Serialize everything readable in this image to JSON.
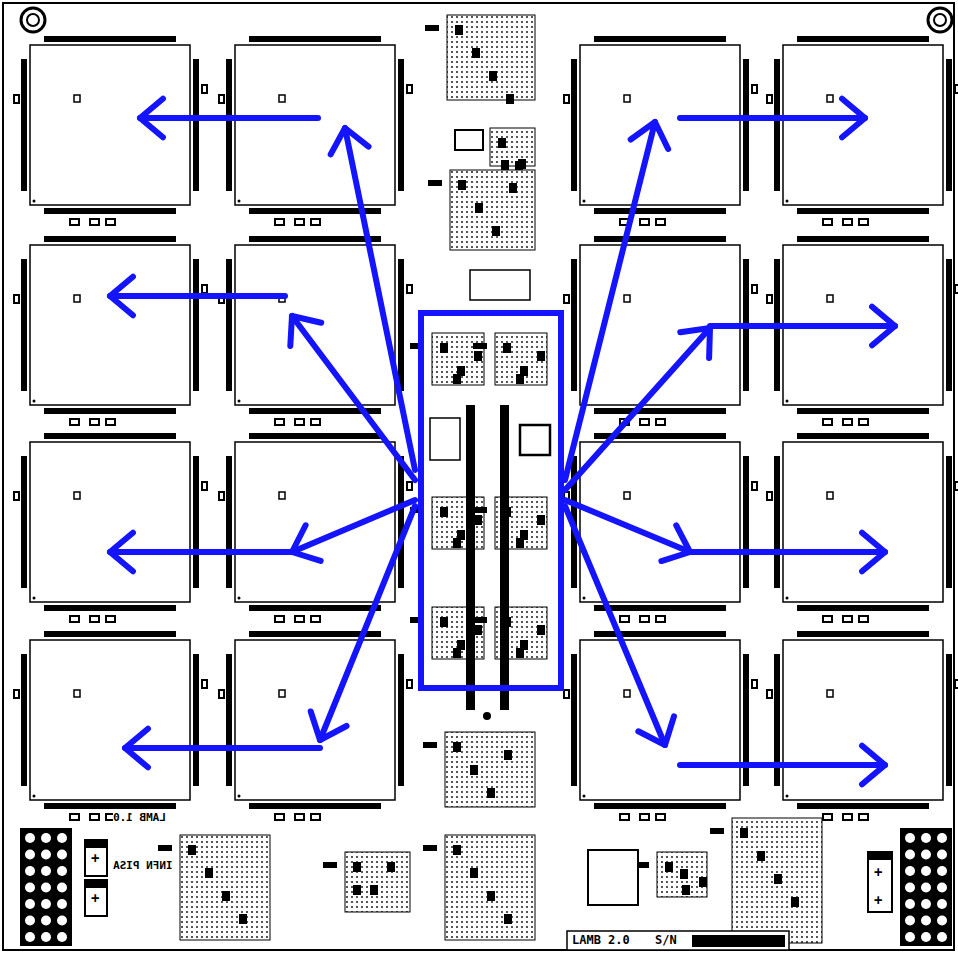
{
  "diagram": {
    "labels": [
      "LAMB 2.0",
      "S/N",
      "LAMB 1.0",
      "INFN PISA",
      "+",
      "+",
      "+",
      "+"
    ]
  }
}
